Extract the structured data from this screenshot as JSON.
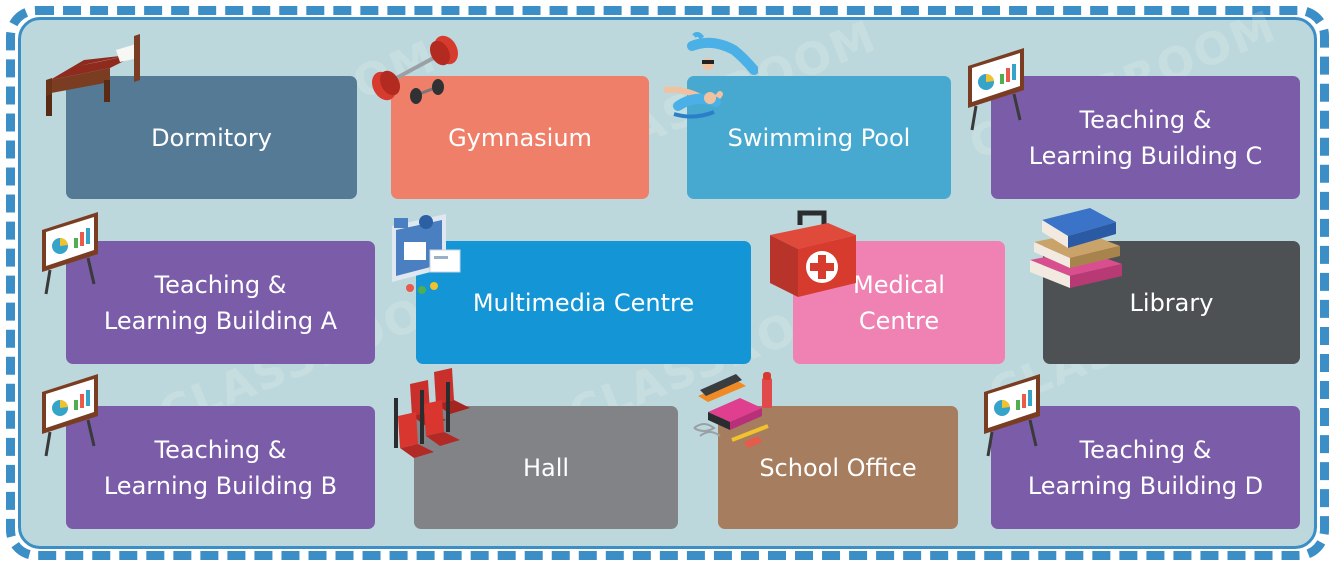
{
  "facilities": {
    "dormitory": {
      "label": "Dormitory",
      "color": "#557a96"
    },
    "gymnasium": {
      "label": "Gymnasium",
      "color": "#f07f6a"
    },
    "swimming_pool": {
      "label": "Swimming Pool",
      "color": "#47a8d0"
    },
    "teaching_c": {
      "label": "Teaching &\nLearning Building C",
      "color": "#7b5ca8"
    },
    "teaching_a": {
      "label": "Teaching &\nLearning Building A",
      "color": "#7b5ca8"
    },
    "multimedia": {
      "label": "Multimedia Centre",
      "color": "#1495d6"
    },
    "medical": {
      "label": "Medical\nCentre",
      "color": "#ef82b3"
    },
    "library": {
      "label": "Library",
      "color": "#4e5154"
    },
    "teaching_b": {
      "label": "Teaching &\nLearning Building B",
      "color": "#7b5ca8"
    },
    "hall": {
      "label": "Hall",
      "color": "#818387"
    },
    "school_office": {
      "label": "School Office",
      "color": "#a67d5e"
    },
    "teaching_d": {
      "label": "Teaching &\nLearning Building D",
      "color": "#7b5ca8"
    }
  },
  "colors": {
    "frame": "#3b8fc6",
    "background": "#bdd8dc"
  }
}
